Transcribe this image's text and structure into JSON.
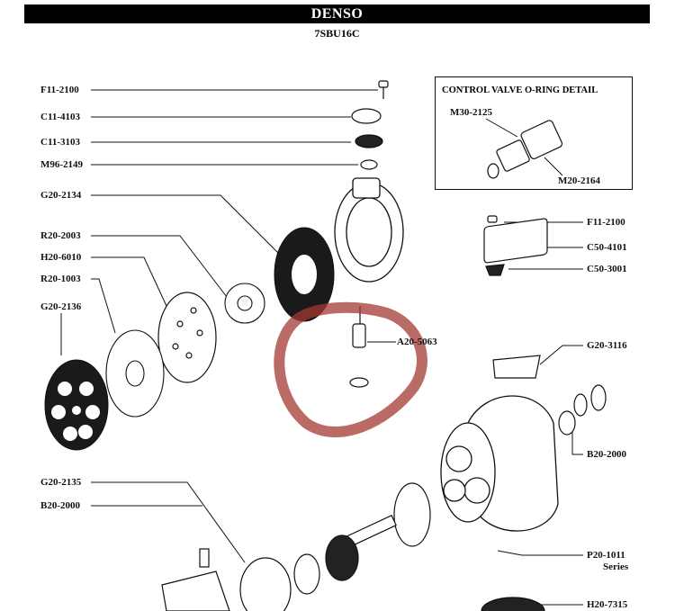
{
  "header": {
    "brand": "DENSO",
    "model": "7SBU16C"
  },
  "detail": {
    "title": "CONTROL VALVE O-RING DETAIL",
    "parts": [
      "M30-2125",
      "M20-2164"
    ]
  },
  "labels_left": [
    "F11-2100",
    "C11-4103",
    "C11-3103",
    "M96-2149",
    "G20-2134",
    "R20-2003",
    "H20-6010",
    "R20-1003",
    "G20-2136",
    "G20-2135",
    "B20-2000"
  ],
  "labels_right": [
    "F11-2100",
    "C50-4101",
    "C50-3001",
    "G20-3116",
    "B20-2000",
    "P20-1011",
    "Series",
    "H20-7315"
  ],
  "label_center": "A20-5063",
  "colors": {
    "ink": "#111111",
    "annotation": "#a33a32"
  }
}
